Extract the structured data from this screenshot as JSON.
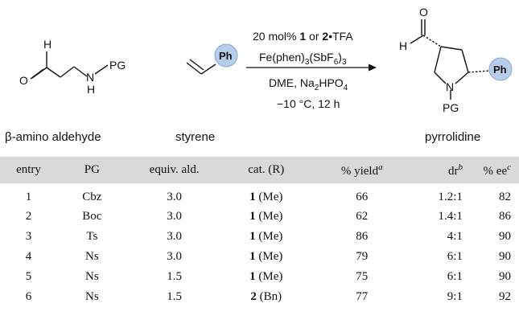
{
  "scheme": {
    "reagents": {
      "line1_prefix": "20 mol% ",
      "cat1": "1",
      "line1_mid": " or ",
      "cat2": "2",
      "line1_suffix": "•TFA",
      "line2_a": "Fe(phen)",
      "line2_sub1": "3",
      "line2_b": "(SbF",
      "line2_sub2": "6",
      "line2_c": ")",
      "line2_sub3": "3",
      "line3_a": "DME, Na",
      "line3_sub1": "2",
      "line3_b": "HPO",
      "line3_sub2": "4",
      "line4": "−10 °C, 12 h"
    },
    "atoms": {
      "H": "H",
      "O": "O",
      "N": "N",
      "PG": "PG",
      "Ph": "Ph"
    },
    "captions": {
      "aldehyde": "β-amino aldehyde",
      "styrene": "styrene",
      "product": "pyrrolidine"
    }
  },
  "table": {
    "headers": {
      "entry": "entry",
      "pg": "PG",
      "equiv": "equiv. ald.",
      "cat": "cat. (R)",
      "yield": "% yield",
      "yield_note": "a",
      "dr": "dr",
      "dr_note": "b",
      "ee": "% ee",
      "ee_note": "c"
    },
    "rows": [
      {
        "entry": "1",
        "pg": "Cbz",
        "equiv": "3.0",
        "cat_num": "1",
        "cat_r": "(Me)",
        "yield": "66",
        "dr": "1.2:1",
        "ee": "82"
      },
      {
        "entry": "2",
        "pg": "Boc",
        "equiv": "3.0",
        "cat_num": "1",
        "cat_r": "(Me)",
        "yield": "62",
        "dr": "1.4:1",
        "ee": "86"
      },
      {
        "entry": "3",
        "pg": "Ts",
        "equiv": "3.0",
        "cat_num": "1",
        "cat_r": "(Me)",
        "yield": "86",
        "dr": "4:1",
        "ee": "90"
      },
      {
        "entry": "4",
        "pg": "Ns",
        "equiv": "3.0",
        "cat_num": "1",
        "cat_r": "(Me)",
        "yield": "79",
        "dr": "6:1",
        "ee": "90"
      },
      {
        "entry": "5",
        "pg": "Ns",
        "equiv": "1.5",
        "cat_num": "1",
        "cat_r": "(Me)",
        "yield": "75",
        "dr": "6:1",
        "ee": "90"
      },
      {
        "entry": "6",
        "pg": "Ns",
        "equiv": "1.5",
        "cat_num": "2",
        "cat_r": "(Bn)",
        "yield": "77",
        "dr": "9:1",
        "ee": "92"
      }
    ]
  },
  "colors": {
    "ph_badge": "#b7cdec",
    "header_bg": "#d9d9d9"
  }
}
